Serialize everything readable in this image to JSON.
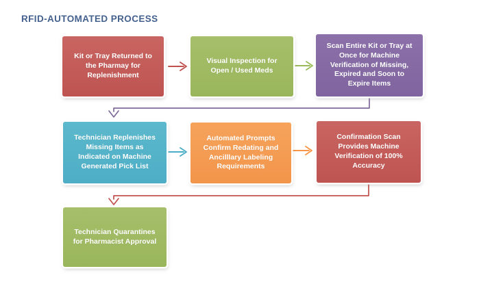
{
  "title": "RFID-AUTOMATED PROCESS",
  "palette": {
    "title_text": "#44618E",
    "red": "#C0504D",
    "green": "#9BBB59",
    "purple": "#8064A2",
    "blue": "#4BACC6",
    "orange": "#F79646",
    "box_text": "#FFFFFF",
    "background": "#FFFFFF"
  },
  "steps": [
    {
      "id": 1,
      "row": 1,
      "color": "red",
      "label": "Kit or Tray Returned to the Pharmay for Replenishment"
    },
    {
      "id": 2,
      "row": 1,
      "color": "green",
      "label": "Visual Inspection for Open / Used Meds"
    },
    {
      "id": 3,
      "row": 1,
      "color": "purple",
      "label": "Scan Entire Kit or Tray at Once for Machine Verification of Missing, Expired and Soon to Expire Items"
    },
    {
      "id": 4,
      "row": 2,
      "color": "blue",
      "label": "Technician Replenishes Missing Items as Indicated on Machine Generated Pick List"
    },
    {
      "id": 5,
      "row": 2,
      "color": "orange",
      "label": "Automated Prompts Confirm  Redating and Ancilllary Labeling Requirements"
    },
    {
      "id": 6,
      "row": 2,
      "color": "red",
      "label": "Confirmation Scan Provides Machine Verification of 100% Accuracy"
    },
    {
      "id": 7,
      "row": 3,
      "color": "green",
      "label": "Technician Quarantines for Pharmacist Approval"
    }
  ],
  "connections": [
    {
      "from": 1,
      "to": 2,
      "color": "#C0504D",
      "shape": "straight-arrow"
    },
    {
      "from": 2,
      "to": 3,
      "color": "#9BBB59",
      "shape": "straight-arrow"
    },
    {
      "from": 3,
      "to": 4,
      "color": "#7E6A9B",
      "shape": "elbow-wrap-arrow"
    },
    {
      "from": 4,
      "to": 5,
      "color": "#4BACC6",
      "shape": "straight-arrow"
    },
    {
      "from": 5,
      "to": 6,
      "color": "#F79646",
      "shape": "straight-arrow"
    },
    {
      "from": 6,
      "to": 7,
      "color": "#C0504D",
      "shape": "elbow-wrap-arrow"
    }
  ]
}
